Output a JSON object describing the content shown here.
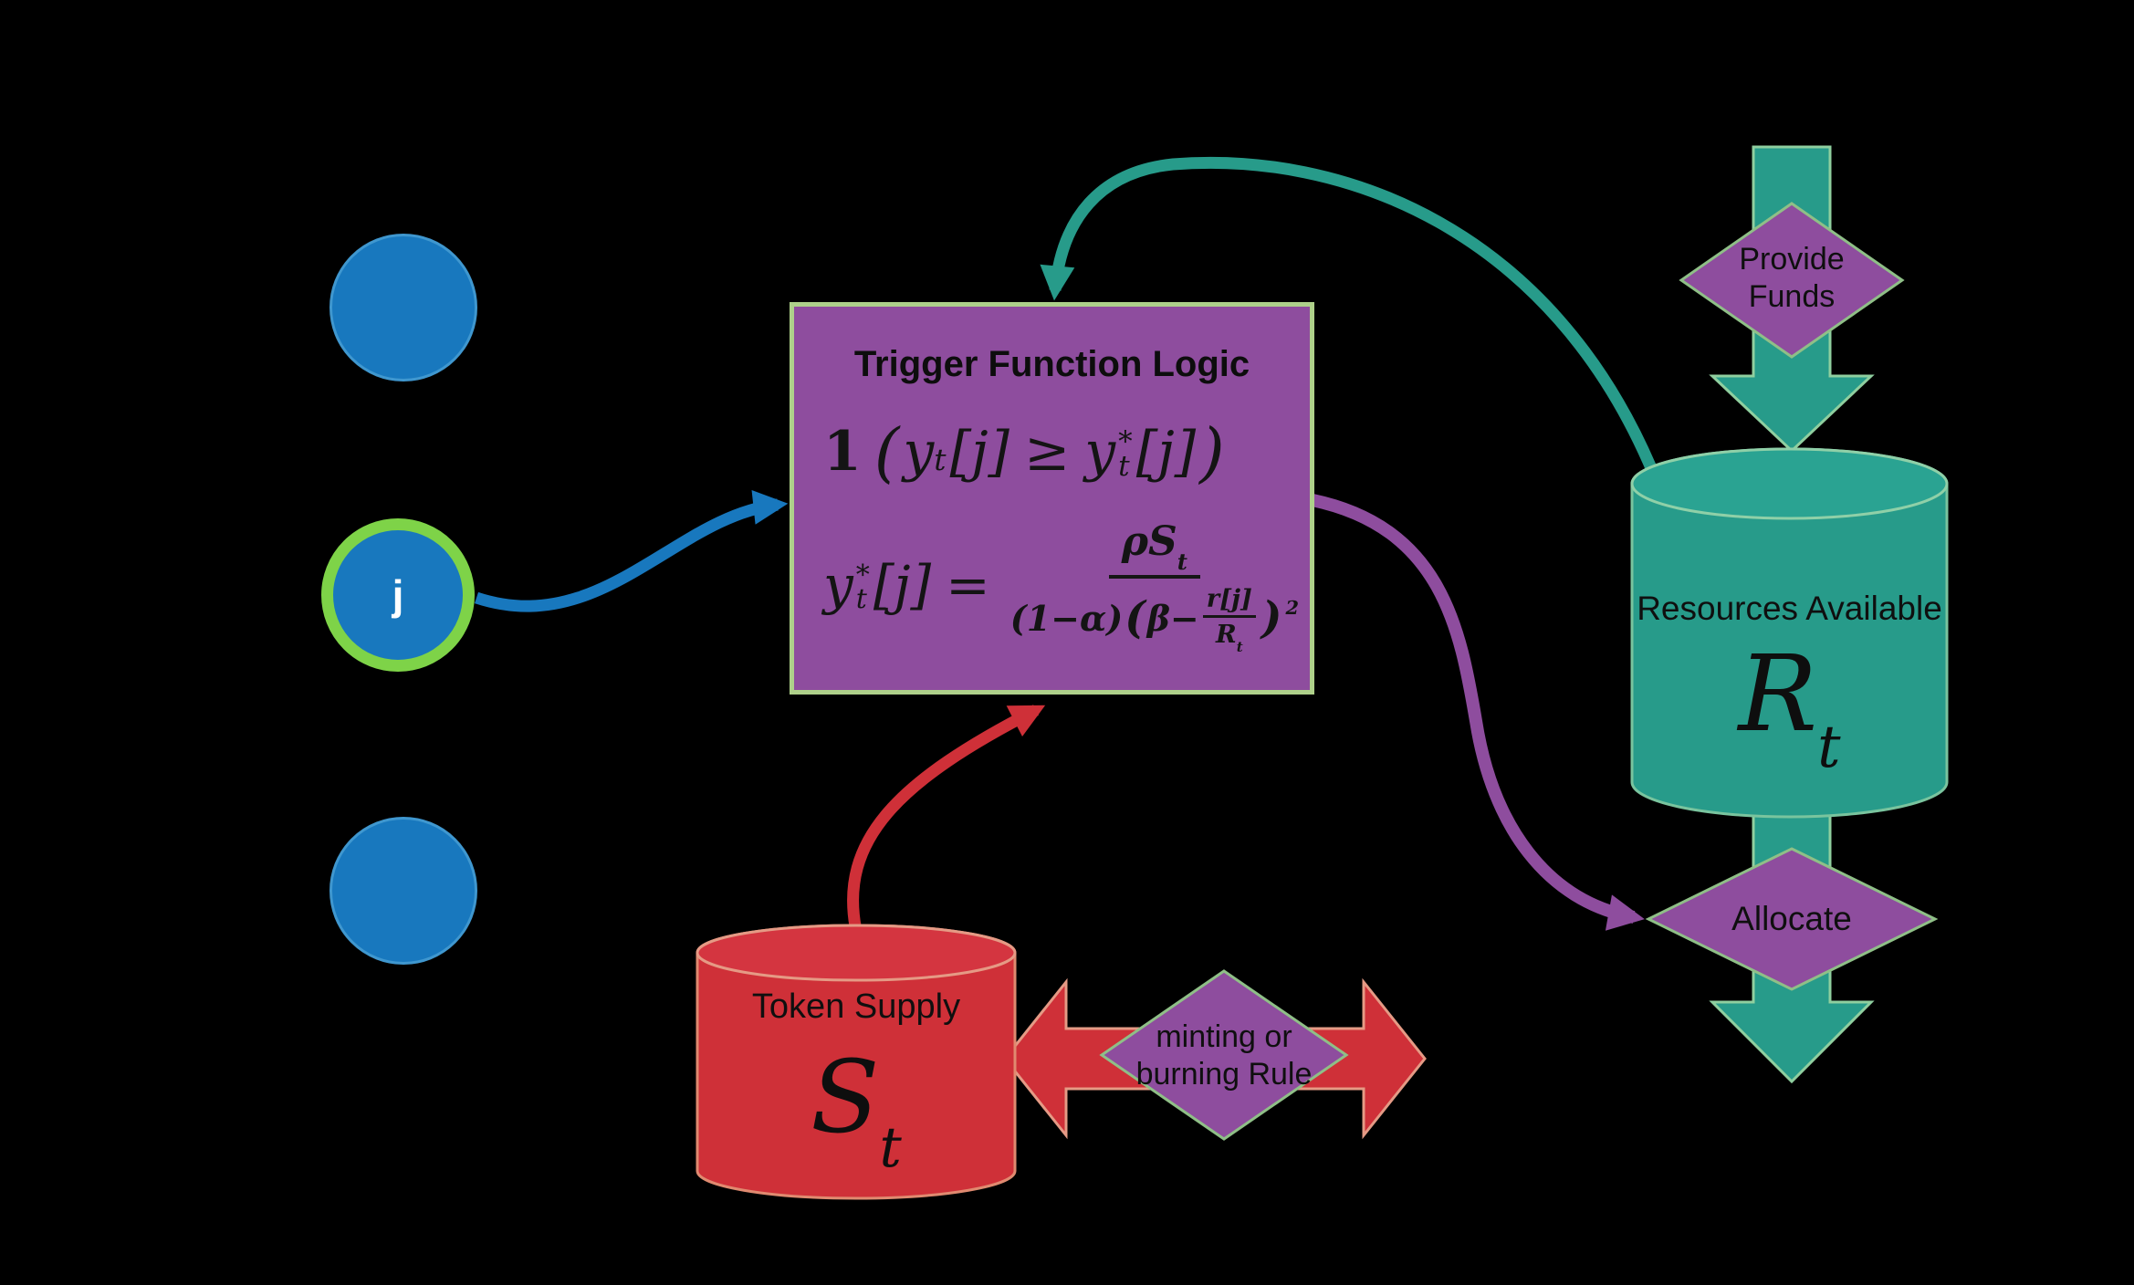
{
  "colors": {
    "background": "#000000",
    "agent_blue": "#1878be",
    "selected_ring_green": "#7ed348",
    "box_purple": "#8e4d9e",
    "pale_green_border": "#aed08a",
    "flow_teal": "#279b8a",
    "supply_red": "#cf3038"
  },
  "agents": {
    "selected_label": "j"
  },
  "trigger_box": {
    "title": "Trigger Function Logic",
    "indicator_formula": {
      "one": "1",
      "lparen": "(",
      "y_left": "y",
      "sub_left": "t",
      "index_left": "[j]",
      "geq": "≥",
      "y_right": "y",
      "sup_right": "*",
      "sub_right": "t",
      "index_right": "[j]",
      "rparen": ")"
    },
    "threshold_formula": {
      "y": "y",
      "sup": "*",
      "sub": "t",
      "index": "[j]",
      "equals": "=",
      "numerator": {
        "rho": "ρ",
        "S": "S",
        "sub": "t"
      },
      "denominator": {
        "prefix": "(1−α)",
        "lparen": "(",
        "beta_minus": "β−",
        "inner_numerator": "r[j]",
        "inner_denominator_R": "R",
        "inner_denominator_sub": "t",
        "rparen": ")",
        "exponent": "2"
      }
    }
  },
  "resources_cylinder": {
    "label": "Resources Available",
    "symbol": "R",
    "symbol_sub": "t"
  },
  "token_cylinder": {
    "label": "Token Supply",
    "symbol": "S",
    "symbol_sub": "t"
  },
  "diamonds": {
    "provide_funds": {
      "line1": "Provide",
      "line2": "Funds"
    },
    "allocate": {
      "label": "Allocate"
    },
    "minting_rule": {
      "line1": "minting or",
      "line2": "burning Rule"
    }
  }
}
